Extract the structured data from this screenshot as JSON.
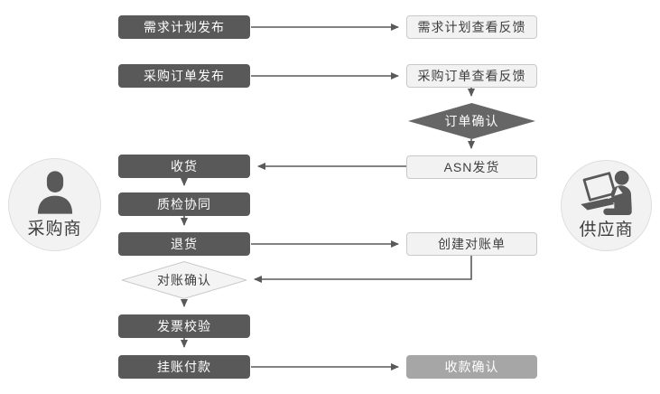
{
  "actors": {
    "buyer": {
      "label": "采购商",
      "icon": "person-icon"
    },
    "supplier": {
      "label": "供应商",
      "icon": "person-laptop-icon"
    }
  },
  "nodes": {
    "demand_plan_release": {
      "label": "需求计划发布",
      "shape": "rect",
      "style": "dark",
      "lane": "buyer"
    },
    "po_release": {
      "label": "采购订单发布",
      "shape": "rect",
      "style": "dark",
      "lane": "buyer"
    },
    "receive_goods": {
      "label": "收货",
      "shape": "rect",
      "style": "dark",
      "lane": "buyer"
    },
    "quality_check": {
      "label": "质检协同",
      "shape": "rect",
      "style": "dark",
      "lane": "buyer"
    },
    "return_goods": {
      "label": "退货",
      "shape": "rect",
      "style": "dark",
      "lane": "buyer"
    },
    "statement_confirm": {
      "label": "对账确认",
      "shape": "diamond",
      "style": "light",
      "lane": "buyer"
    },
    "invoice_verify": {
      "label": "发票校验",
      "shape": "rect",
      "style": "dark",
      "lane": "buyer"
    },
    "payment": {
      "label": "挂账付款",
      "shape": "rect",
      "style": "dark",
      "lane": "buyer"
    },
    "demand_plan_view": {
      "label": "需求计划查看反馈",
      "shape": "rect",
      "style": "light",
      "lane": "supplier"
    },
    "po_view": {
      "label": "采购订单查看反馈",
      "shape": "rect",
      "style": "light",
      "lane": "supplier"
    },
    "order_confirm": {
      "label": "订单确认",
      "shape": "diamond",
      "style": "dark",
      "lane": "supplier"
    },
    "asn_ship": {
      "label": "ASN发货",
      "shape": "rect",
      "style": "light",
      "lane": "supplier"
    },
    "create_statement": {
      "label": "创建对账单",
      "shape": "rect",
      "style": "light",
      "lane": "supplier"
    },
    "receipt_confirm": {
      "label": "收款确认",
      "shape": "rect",
      "style": "muted",
      "lane": "supplier"
    }
  },
  "edges": [
    {
      "from": "demand_plan_release",
      "to": "demand_plan_view"
    },
    {
      "from": "po_release",
      "to": "po_view"
    },
    {
      "from": "po_view",
      "to": "order_confirm"
    },
    {
      "from": "order_confirm",
      "to": "asn_ship"
    },
    {
      "from": "asn_ship",
      "to": "receive_goods"
    },
    {
      "from": "receive_goods",
      "to": "quality_check"
    },
    {
      "from": "quality_check",
      "to": "return_goods"
    },
    {
      "from": "return_goods",
      "to": "create_statement"
    },
    {
      "from": "create_statement",
      "to": "statement_confirm"
    },
    {
      "from": "statement_confirm",
      "to": "invoice_verify"
    },
    {
      "from": "invoice_verify",
      "to": "payment"
    },
    {
      "from": "payment",
      "to": "receipt_confirm"
    }
  ],
  "colors": {
    "dark_node": "#595959",
    "dark_diamond": "#666666",
    "light_node_bg": "#f2f2f2",
    "light_node_border": "#c9c9c9",
    "muted_node_bg": "#a6a6a6",
    "connector": "#595959",
    "dark_text": "#3f3f3f",
    "light_text": "#ffffff",
    "actor_bg": "#f2f2f2",
    "actor_border": "#dedede"
  }
}
